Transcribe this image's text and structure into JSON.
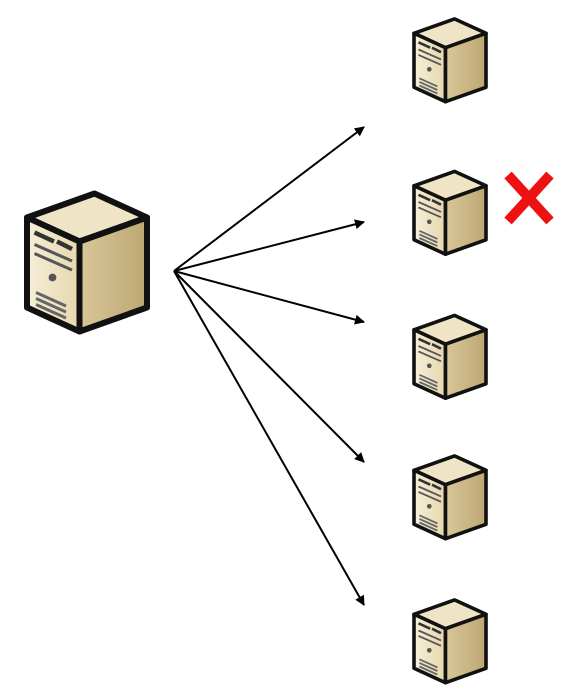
{
  "diagram": {
    "source_node": {
      "icon": "server-tower-icon"
    },
    "target_nodes": [
      {
        "icon": "server-tower-icon",
        "status": "ok"
      },
      {
        "icon": "server-tower-icon",
        "status": "failed"
      },
      {
        "icon": "server-tower-icon",
        "status": "ok"
      },
      {
        "icon": "server-tower-icon",
        "status": "ok"
      },
      {
        "icon": "server-tower-icon",
        "status": "ok"
      }
    ],
    "connections": [
      {
        "from": "source",
        "to": 0
      },
      {
        "from": "source",
        "to": 2
      },
      {
        "from": "source",
        "to": 3
      },
      {
        "from": "source",
        "to": 4
      },
      {
        "from": "source",
        "to": 5
      }
    ],
    "colors": {
      "server_front": "#f2e8c9",
      "server_side": "#d9c9a0",
      "server_top": "#e8dcb8",
      "server_outline": "#111111",
      "arrow": "#000000",
      "fail_mark": "#ee1111"
    }
  }
}
